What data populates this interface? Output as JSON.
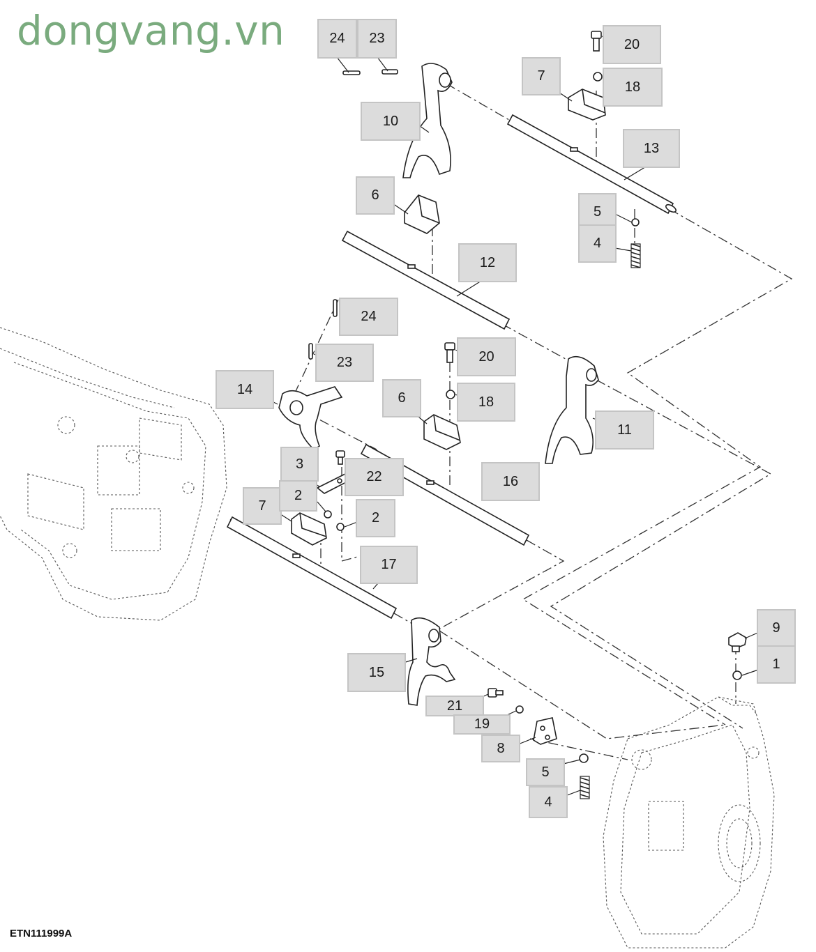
{
  "watermark": "dongvang.vn",
  "figure_id": "ETN111999A",
  "callouts": [
    {
      "id": "c24a",
      "label": "24"
    },
    {
      "id": "c23a",
      "label": "23"
    },
    {
      "id": "c20a",
      "label": "20"
    },
    {
      "id": "c7a",
      "label": "7"
    },
    {
      "id": "c18a",
      "label": "18"
    },
    {
      "id": "c10",
      "label": "10"
    },
    {
      "id": "c13",
      "label": "13"
    },
    {
      "id": "c6a",
      "label": "6"
    },
    {
      "id": "c5a",
      "label": "5"
    },
    {
      "id": "c4a",
      "label": "4"
    },
    {
      "id": "c12",
      "label": "12"
    },
    {
      "id": "c24b",
      "label": "24"
    },
    {
      "id": "c23b",
      "label": "23"
    },
    {
      "id": "c20b",
      "label": "20"
    },
    {
      "id": "c14",
      "label": "14"
    },
    {
      "id": "c6b",
      "label": "6"
    },
    {
      "id": "c18b",
      "label": "18"
    },
    {
      "id": "c11",
      "label": "11"
    },
    {
      "id": "c3",
      "label": "3"
    },
    {
      "id": "c22",
      "label": "22"
    },
    {
      "id": "c16",
      "label": "16"
    },
    {
      "id": "c7b",
      "label": "7"
    },
    {
      "id": "c2a",
      "label": "2"
    },
    {
      "id": "c2b",
      "label": "2"
    },
    {
      "id": "c17",
      "label": "17"
    },
    {
      "id": "c9",
      "label": "9"
    },
    {
      "id": "c1",
      "label": "1"
    },
    {
      "id": "c15",
      "label": "15"
    },
    {
      "id": "c21",
      "label": "21"
    },
    {
      "id": "c19",
      "label": "19"
    },
    {
      "id": "c8",
      "label": "8"
    },
    {
      "id": "c5b",
      "label": "5"
    },
    {
      "id": "c4b",
      "label": "4"
    }
  ]
}
